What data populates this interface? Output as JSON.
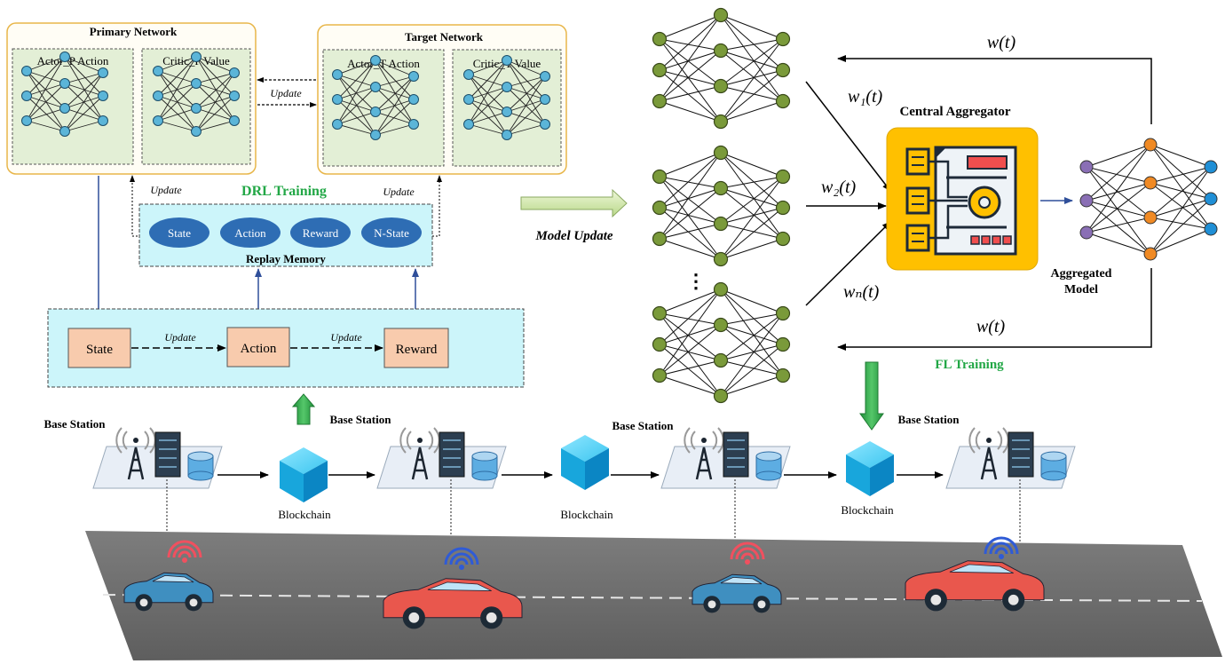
{
  "drl": {
    "primary_network": "Primary Network",
    "target_network": "Target Network",
    "actor_p": "Actor_P Action",
    "critic_p": "Critic_P Value",
    "actor_t": "Actor_T Action",
    "critic_t": "Critic_T Value",
    "update_label": "Update",
    "title": "DRL Training",
    "replay_memory": "Replay Memory",
    "replay_items": [
      "State",
      "Action",
      "Reward",
      "N-State"
    ],
    "flow_items": [
      "State",
      "Action",
      "Reward"
    ]
  },
  "fl": {
    "model_update": "Model Update",
    "central_aggregator": "Central Aggregator",
    "aggregated_model_line1": "Aggregated",
    "aggregated_model_line2": "Model",
    "title": "FL Training",
    "weights": {
      "w_top": "w(t)",
      "w1": "w₁(t)",
      "w2": "w₂(t)",
      "wN": "wₙ(t)",
      "w_bottom": "w(t)"
    }
  },
  "infrastructure": {
    "base_station": "Base Station",
    "blockchain": "Blockchain"
  },
  "colors": {
    "green_text": "#22a746",
    "node_blue": "#5bb5d8",
    "node_green": "#7a9a3a",
    "node_orange": "#f08a24",
    "node_purple": "#8a6fb5",
    "node_output_blue": "#1f8fd6",
    "aggregator_bg": "#ffc000",
    "flow_box": "#f8cbad",
    "memory_bg": "#ccf5fa",
    "ellipse": "#2e6db4",
    "road": "#6b6b6b",
    "blockchain_cube": "#1ab0e8"
  }
}
